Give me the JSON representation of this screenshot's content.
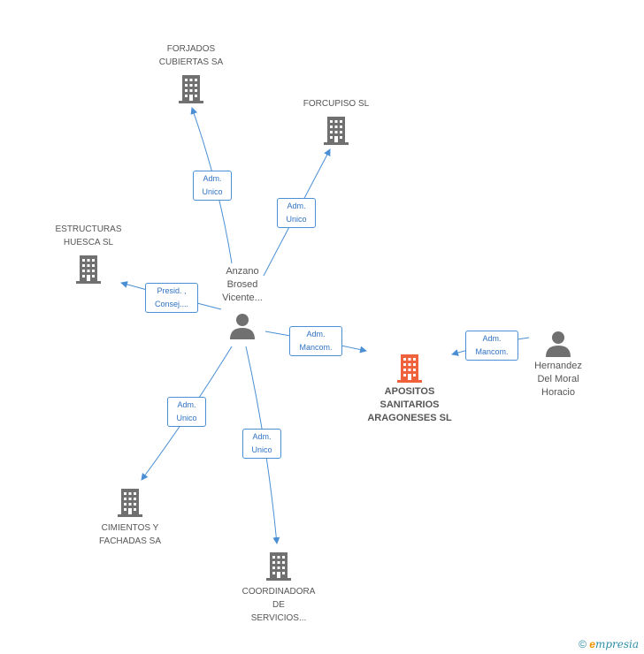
{
  "colors": {
    "company": "#707070",
    "focus": "#f0623c",
    "person": "#707070",
    "edge": "#4a8fd4",
    "label": "#2f72c4"
  },
  "nodes": {
    "forjados": {
      "lines": [
        "FORJADOS",
        "CUBIERTAS SA"
      ],
      "icon": "building-icon"
    },
    "forcupiso": {
      "lines": [
        "FORCUPISO SL"
      ],
      "icon": "building-icon"
    },
    "estructuras": {
      "lines": [
        "ESTRUCTURAS",
        "HUESCA SL"
      ],
      "icon": "building-icon"
    },
    "anzano": {
      "lines": [
        "Anzano",
        "Brosed",
        "Vicente..."
      ],
      "icon": "person-icon"
    },
    "apositos": {
      "lines": [
        "APOSITOS",
        "SANITARIOS",
        "ARAGONESES SL"
      ],
      "icon": "building-icon"
    },
    "hernandez": {
      "lines": [
        "Hernandez",
        "Del Moral",
        "Horacio"
      ],
      "icon": "person-icon"
    },
    "cimientos": {
      "lines": [
        "CIMIENTOS Y",
        "FACHADAS SA"
      ],
      "icon": "building-icon"
    },
    "coordinadora": {
      "lines": [
        "COORDINADORA",
        "DE",
        "SERVICIOS..."
      ],
      "icon": "building-icon"
    }
  },
  "relations": [
    {
      "lines": [
        "Adm.",
        "Unico"
      ],
      "from": "anzano",
      "to": "forjados"
    },
    {
      "lines": [
        "Adm.",
        "Unico"
      ],
      "from": "anzano",
      "to": "forcupiso"
    },
    {
      "lines": [
        "Presid. ,",
        "Consej...."
      ],
      "from": "anzano",
      "to": "estructuras"
    },
    {
      "lines": [
        "Adm.",
        "Mancom."
      ],
      "from": "anzano",
      "to": "apositos"
    },
    {
      "lines": [
        "Adm.",
        "Mancom."
      ],
      "from": "hernandez",
      "to": "apositos"
    },
    {
      "lines": [
        "Adm.",
        "Unico"
      ],
      "from": "anzano",
      "to": "cimientos"
    },
    {
      "lines": [
        "Adm.",
        "Unico"
      ],
      "from": "anzano",
      "to": "coordinadora"
    }
  ],
  "footer": {
    "copyright": "©",
    "brand_initial": "e",
    "brand_rest": "mpresia"
  }
}
